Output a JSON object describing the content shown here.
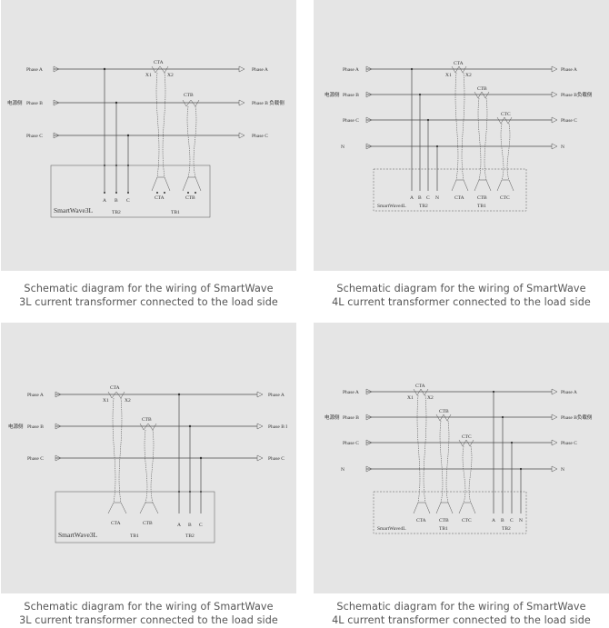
{
  "panels": [
    {
      "box_label": "SmartWave3L",
      "phases": [
        "Phase A",
        "Phase B",
        "Phase C"
      ],
      "right_phases": [
        "Phase A",
        "Phase B 负载侧",
        "Phase C"
      ],
      "source_label": "电源侧",
      "ct": [
        "CTA",
        "CTB"
      ],
      "terminals": [
        "A",
        "B",
        "C"
      ],
      "tb": [
        "TB2",
        "TB1"
      ],
      "x": [
        "X1",
        "X2"
      ],
      "caption_line1": "Schematic diagram for the wiring of SmartWave",
      "caption_line2": "3L current transformer connected to the load side"
    },
    {
      "box_label": "SmartWave4L",
      "phases": [
        "Phase A",
        "Phase B",
        "Phase C",
        "N"
      ],
      "right_phases": [
        "Phase A",
        "Phase B负载侧",
        "Phase C",
        "N"
      ],
      "source_label": "电源侧",
      "ct": [
        "CTA",
        "CTB",
        "CTC"
      ],
      "terminals": [
        "A",
        "B",
        "C",
        "N"
      ],
      "tb": [
        "TB2",
        "TB1"
      ],
      "x": [
        "X1",
        "X2"
      ],
      "caption_line1": "Schematic diagram for the wiring of SmartWave",
      "caption_line2": "4L current transformer connected to the load side"
    },
    {
      "box_label": "SmartWave3L",
      "phases": [
        "Phase A",
        "Phase B",
        "Phase C"
      ],
      "right_phases": [
        "Phase A",
        "Phase B  I",
        "Phase C"
      ],
      "source_label": "电源侧",
      "ct": [
        "CTA",
        "CTB"
      ],
      "terminals": [
        "A",
        "B",
        "C"
      ],
      "tb": [
        "TB1",
        "TB2"
      ],
      "x": [
        "X1",
        "X2"
      ],
      "caption_line1": "Schematic diagram for the wiring of SmartWave",
      "caption_line2": "3L current transformer connected to the load side"
    },
    {
      "box_label": "SmartWave4L",
      "phases": [
        "Phase A",
        "Phase B",
        "Phase C",
        "N"
      ],
      "right_phases": [
        "Phase A",
        "Phase B负载侧",
        "Phase C",
        "N"
      ],
      "source_label": "电源侧",
      "ct": [
        "CTA",
        "CTB",
        "CTC"
      ],
      "terminals": [
        "A",
        "B",
        "C",
        "N"
      ],
      "tb": [
        "TB1",
        "TB2"
      ],
      "x": [
        "X1",
        "X2"
      ],
      "caption_line1": "Schematic diagram for the wiring of SmartWave",
      "caption_line2": "4L current transformer connected to the load side"
    }
  ]
}
